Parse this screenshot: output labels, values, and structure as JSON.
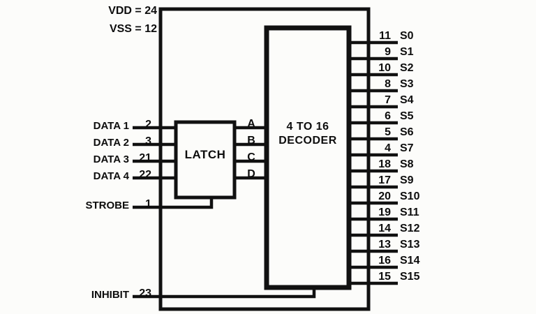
{
  "diagram": {
    "title": "4 to 16 decoder with latch block diagram",
    "colors": {
      "wire": "#111111",
      "text": "#0d0d0d",
      "background": "#fcfcfa"
    }
  },
  "power_rails": [
    {
      "label": "VDD = 24"
    },
    {
      "label": "VSS = 12"
    }
  ],
  "blocks": {
    "latch": {
      "label": "LATCH"
    },
    "decoder": {
      "line1": "4 TO 16",
      "line2": "DECODER"
    }
  },
  "inputs": [
    {
      "name": "DATA 1",
      "pin": "2"
    },
    {
      "name": "DATA 2",
      "pin": "3"
    },
    {
      "name": "DATA 3",
      "pin": "21"
    },
    {
      "name": "DATA 4",
      "pin": "22"
    }
  ],
  "control_inputs": [
    {
      "name": "STROBE",
      "pin": "1"
    },
    {
      "name": "INHIBIT",
      "pin": "23"
    }
  ],
  "latch_outputs": [
    {
      "label": "A"
    },
    {
      "label": "B"
    },
    {
      "label": "C"
    },
    {
      "label": "D"
    }
  ],
  "outputs": [
    {
      "pin": "11",
      "name": "S0"
    },
    {
      "pin": "9",
      "name": "S1"
    },
    {
      "pin": "10",
      "name": "S2"
    },
    {
      "pin": "8",
      "name": "S3"
    },
    {
      "pin": "7",
      "name": "S4"
    },
    {
      "pin": "6",
      "name": "S5"
    },
    {
      "pin": "5",
      "name": "S6"
    },
    {
      "pin": "4",
      "name": "S7"
    },
    {
      "pin": "18",
      "name": "S8"
    },
    {
      "pin": "17",
      "name": "S9"
    },
    {
      "pin": "20",
      "name": "S10"
    },
    {
      "pin": "19",
      "name": "S11"
    },
    {
      "pin": "14",
      "name": "S12"
    },
    {
      "pin": "13",
      "name": "S13"
    },
    {
      "pin": "16",
      "name": "S14"
    },
    {
      "pin": "15",
      "name": "S15"
    }
  ]
}
